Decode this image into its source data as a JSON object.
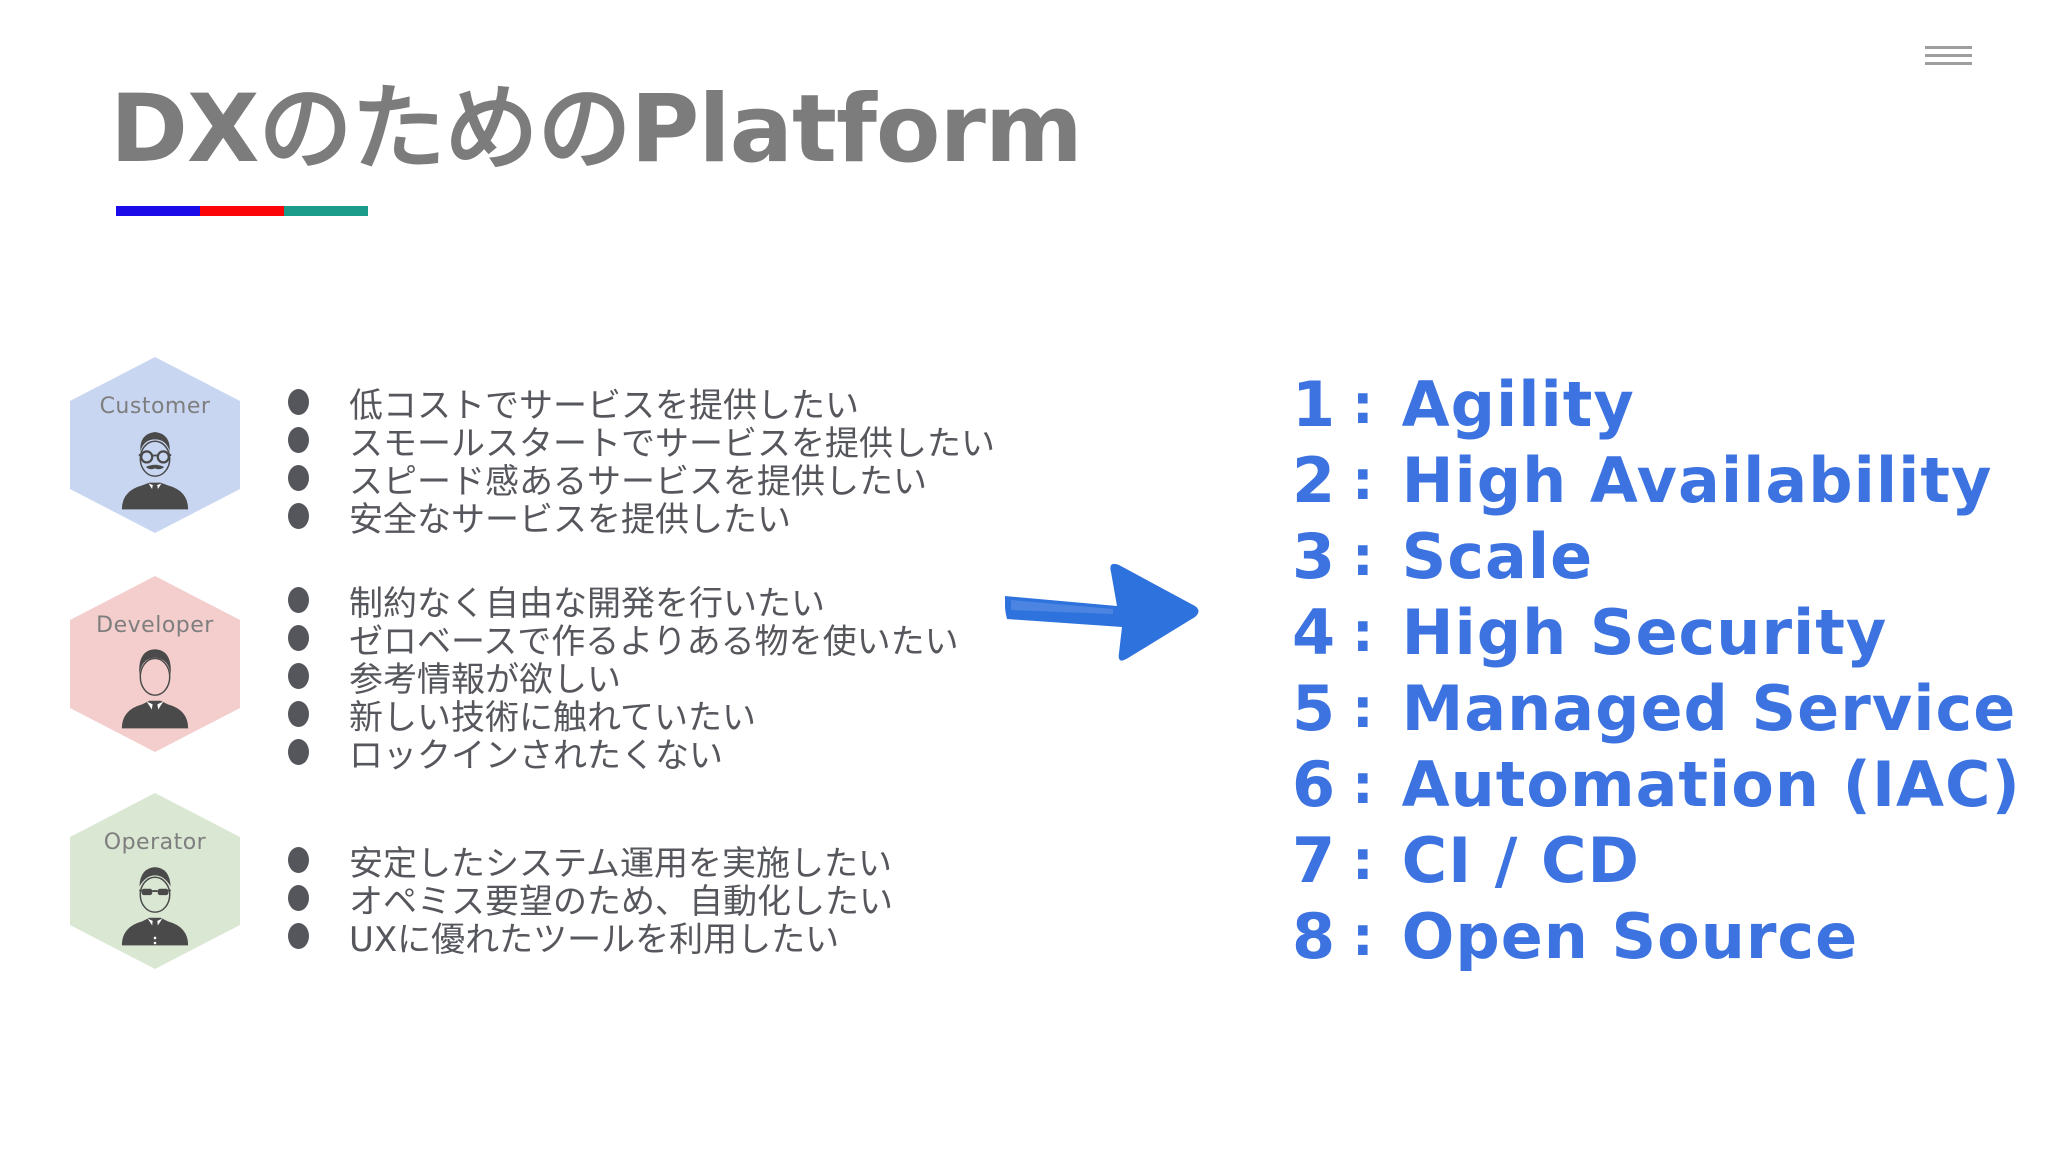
{
  "slide": {
    "title": "DXのためのPlatform",
    "title_color": "#7c7c7c",
    "underline_colors": [
      "#1a0be8",
      "#fb0509",
      "#1b9b8a"
    ],
    "background_color": "#ffffff"
  },
  "menu": {
    "icon": "hamburger-icon",
    "color": "#9e9e9e"
  },
  "personas": [
    {
      "id": "customer",
      "label": "Customer",
      "hex_color": "#c8d6f2",
      "icon": "customer-avatar-icon",
      "needs": [
        "低コストでサービスを提供したい",
        "スモールスタートでサービスを提供したい",
        "スピード感あるサービスを提供したい",
        "安全なサービスを提供したい"
      ]
    },
    {
      "id": "developer",
      "label": "Developer",
      "hex_color": "#f4cdcd",
      "icon": "developer-avatar-icon",
      "needs": [
        "制約なく自由な開発を行いたい",
        "ゼロベースで作るよりある物を使いたい",
        "参考情報が欲しい",
        "新しい技術に触れていたい",
        "ロックインされたくない"
      ]
    },
    {
      "id": "operator",
      "label": "Operator",
      "hex_color": "#d9e7d3",
      "icon": "operator-avatar-icon",
      "needs": [
        "安定したシステム運用を実施したい",
        "オペミス要望のため、自動化したい",
        "UXに優れたツールを利用したい"
      ]
    }
  ],
  "arrow": {
    "icon": "right-arrow-icon",
    "color": "#2e72dd"
  },
  "features": {
    "separator": ":",
    "text_color": "#3c73e1",
    "items": [
      {
        "num": "1",
        "label": "Agility"
      },
      {
        "num": "2",
        "label": "High Availability"
      },
      {
        "num": "3",
        "label": "Scale"
      },
      {
        "num": "4",
        "label": "High Security"
      },
      {
        "num": "5",
        "label": "Managed Service"
      },
      {
        "num": "6",
        "label": "Automation (IAC)"
      },
      {
        "num": "7",
        "label": "CI / CD"
      },
      {
        "num": "8",
        "label": "Open Source"
      }
    ]
  }
}
